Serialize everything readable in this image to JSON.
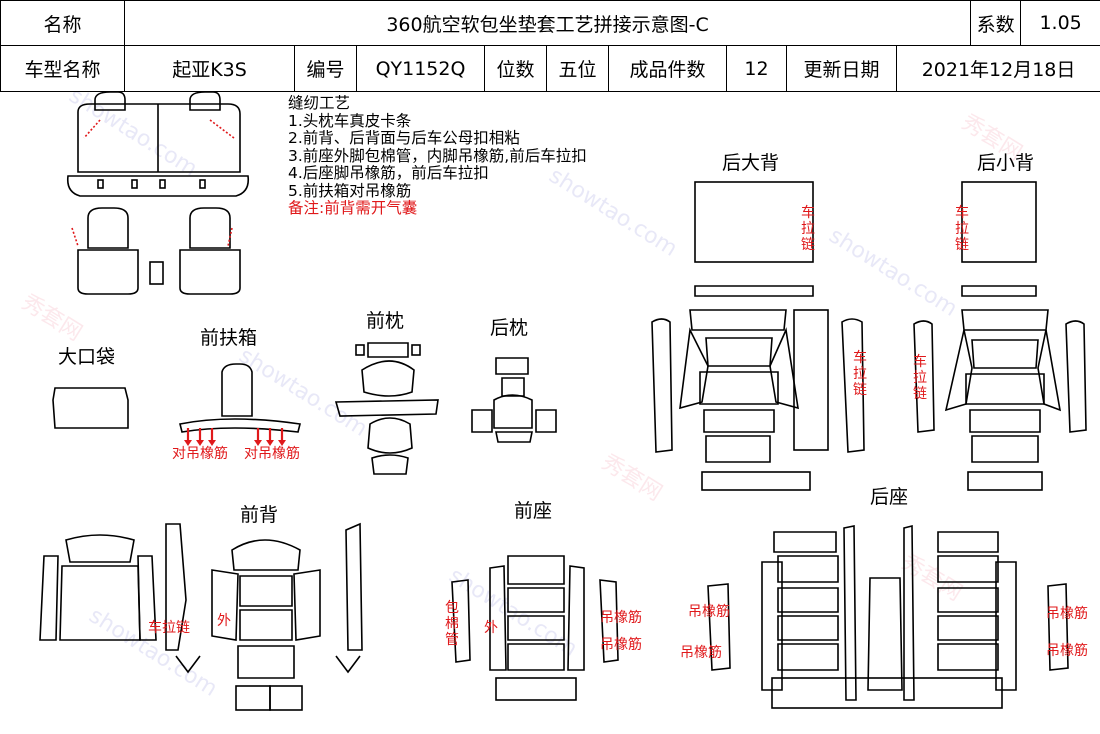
{
  "header": {
    "name_label": "名称",
    "title": "360航空软包坐垫套工艺拼接示意图-C",
    "coef_label": "系数",
    "coef_value": "1.05",
    "model_label": "车型名称",
    "model_value": "起亚K3S",
    "code_label": "编号",
    "code_value": "QY1152Q",
    "seats_label": "位数",
    "seats_value": "五位",
    "pieces_label": "成品件数",
    "pieces_value": "12",
    "date_label": "更新日期",
    "date_value": "2021年12月18日"
  },
  "notes": {
    "title": "缝纫工艺",
    "items": [
      "1.头枕车真皮卡条",
      "2.前背、后背面与后车公母扣相粘",
      "3.前座外脚包棉管，内脚吊橡筋,前后车拉扣",
      "4.后座脚吊橡筋，前后车拉扣",
      "5.前扶箱对吊橡筋"
    ],
    "remark": "备注:前背需开气囊"
  },
  "sections": {
    "big_bag": "大口袋",
    "front_armrest": "前扶箱",
    "front_pillow": "前枕",
    "rear_pillow": "后枕",
    "rear_big_back": "后大背",
    "rear_small_back": "后小背",
    "front_back": "前背",
    "front_seat": "前座",
    "rear_seat": "后座"
  },
  "annotations": {
    "zipper": "车拉链",
    "outer": "外",
    "elastic": "吊橡筋",
    "opp_elastic": "对吊橡筋",
    "cotton_tube": "包棉管"
  },
  "watermark": {
    "site": "showtao.com",
    "brand": "秀套网"
  },
  "colors": {
    "line": "#000000",
    "annotation_red": "#e0191b"
  }
}
